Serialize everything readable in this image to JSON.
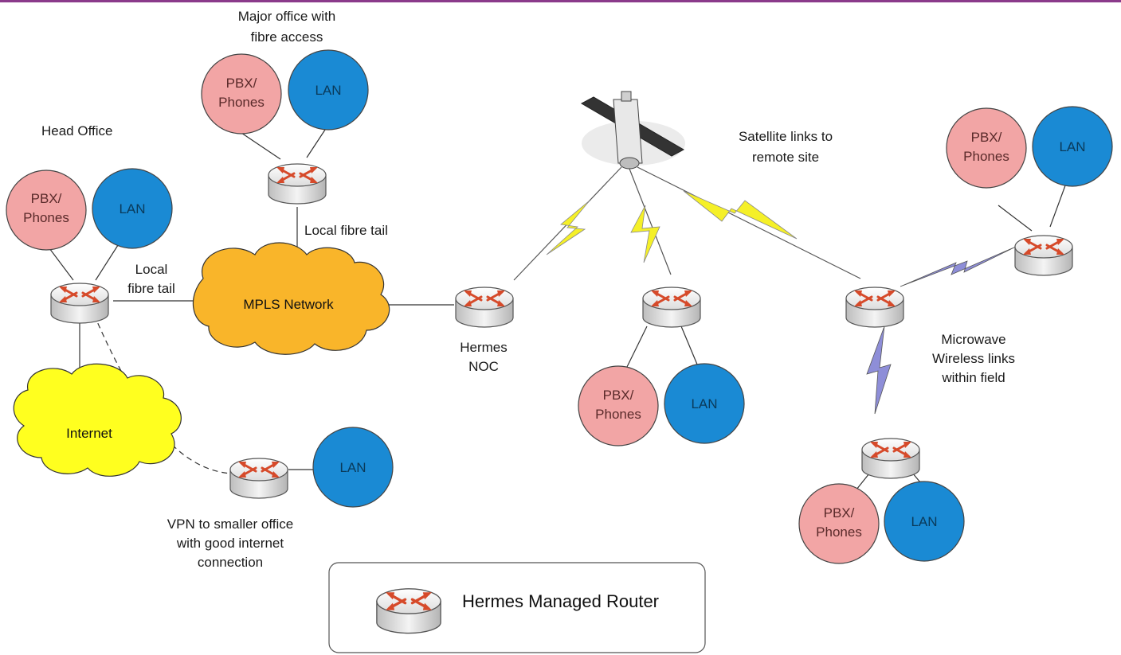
{
  "colors": {
    "border_top": "#8b3a8b",
    "pbx": "#f2a5a5",
    "lan": "#1a8ad4",
    "mpls_cloud": "#f9b52a",
    "internet_cloud": "#ffff1f",
    "satellite_link": "#f5f028",
    "microwave_link": "#8e8ed8",
    "router_arrow": "#d64a2a"
  },
  "labels": {
    "major_office": [
      "Major office with",
      "fibre access"
    ],
    "head_office": "Head Office",
    "satellite_links": [
      "Satellite links to",
      "remote site"
    ],
    "local_fibre_tail_top": "Local fibre tail",
    "local_fibre_tail_left": [
      "Local",
      "fibre tail"
    ],
    "hermes_noc": [
      "Hermes",
      "NOC"
    ],
    "microwave": [
      "Microwave",
      "Wireless links",
      "within field"
    ],
    "vpn": [
      "VPN to smaller office",
      "with good internet",
      "connection"
    ]
  },
  "nodes": {
    "pbx_label": [
      "PBX/",
      "Phones"
    ],
    "lan_label": "LAN"
  },
  "clouds": {
    "mpls": "MPLS Network",
    "internet": "Internet"
  },
  "legend": {
    "label": "Hermes Managed Router",
    "icon": "router-icon"
  }
}
